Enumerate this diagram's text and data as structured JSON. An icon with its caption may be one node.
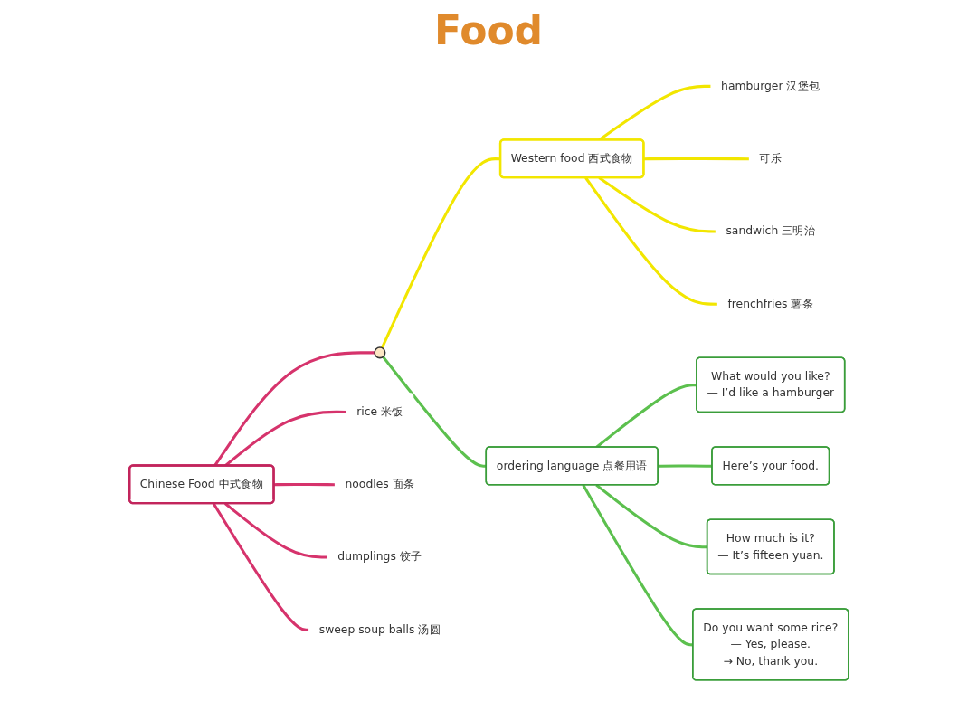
{
  "diagram": {
    "title": "Food",
    "nodes": [
      {
        "text": [],
        "shape": "circle"
      },
      {
        "text": [
          "Chinese Food 中式食物"
        ]
      },
      {
        "text": [
          "rice 米饭"
        ]
      },
      {
        "text": [
          "noodles 面条"
        ]
      },
      {
        "text": [
          "dumplings 饺子"
        ]
      },
      {
        "text": [
          "sweep soup balls 汤圆"
        ]
      },
      {
        "text": [
          "Western food 西式食物"
        ]
      },
      {
        "text": [
          "hamburger 汉堡包"
        ]
      },
      {
        "text": [
          "可乐"
        ]
      },
      {
        "text": [
          "sandwich 三明治"
        ]
      },
      {
        "text": [
          "frenchfries 薯条"
        ]
      },
      {
        "text": [
          "ordering language 点餐用语"
        ]
      },
      {
        "text": [
          "What would you like?",
          "— I’d like a hamburger"
        ]
      },
      {
        "text": [
          "Here’s your food."
        ]
      },
      {
        "text": [
          "How much is it?",
          "— It’s fifteen yuan."
        ]
      },
      {
        "text": [
          "Do you want some rice?",
          "— Yes, please.",
          "→ No, thank you."
        ]
      }
    ],
    "edges": [
      {
        "from": 1,
        "to": 0,
        "arrow": "none",
        "color": "#d6336c"
      },
      {
        "from": 0,
        "to": 6,
        "arrow": "none",
        "color": "#f2e600"
      },
      {
        "from": 0,
        "to": 11,
        "arrow": "none",
        "color": "#5cc04e"
      },
      {
        "from": 1,
        "to": 2,
        "arrow": "none",
        "color": "#d6336c"
      },
      {
        "from": 1,
        "to": 3,
        "arrow": "none",
        "color": "#d6336c"
      },
      {
        "from": 1,
        "to": 4,
        "arrow": "none",
        "color": "#d6336c"
      },
      {
        "from": 1,
        "to": 5,
        "arrow": "none",
        "color": "#d6336c"
      },
      {
        "from": 6,
        "to": 7,
        "arrow": "none",
        "color": "#f2e600"
      },
      {
        "from": 6,
        "to": 8,
        "arrow": "none",
        "color": "#f2e600"
      },
      {
        "from": 6,
        "to": 9,
        "arrow": "none",
        "color": "#f2e600"
      },
      {
        "from": 6,
        "to": 10,
        "arrow": "none",
        "color": "#f2e600"
      },
      {
        "from": 11,
        "to": 12,
        "arrow": "none",
        "color": "#5cc04e"
      },
      {
        "from": 11,
        "to": 13,
        "arrow": "none",
        "color": "#5cc04e"
      },
      {
        "from": 11,
        "to": 14,
        "arrow": "none",
        "color": "#5cc04e"
      },
      {
        "from": 11,
        "to": 15,
        "arrow": "none",
        "color": "#5cc04e"
      }
    ]
  }
}
